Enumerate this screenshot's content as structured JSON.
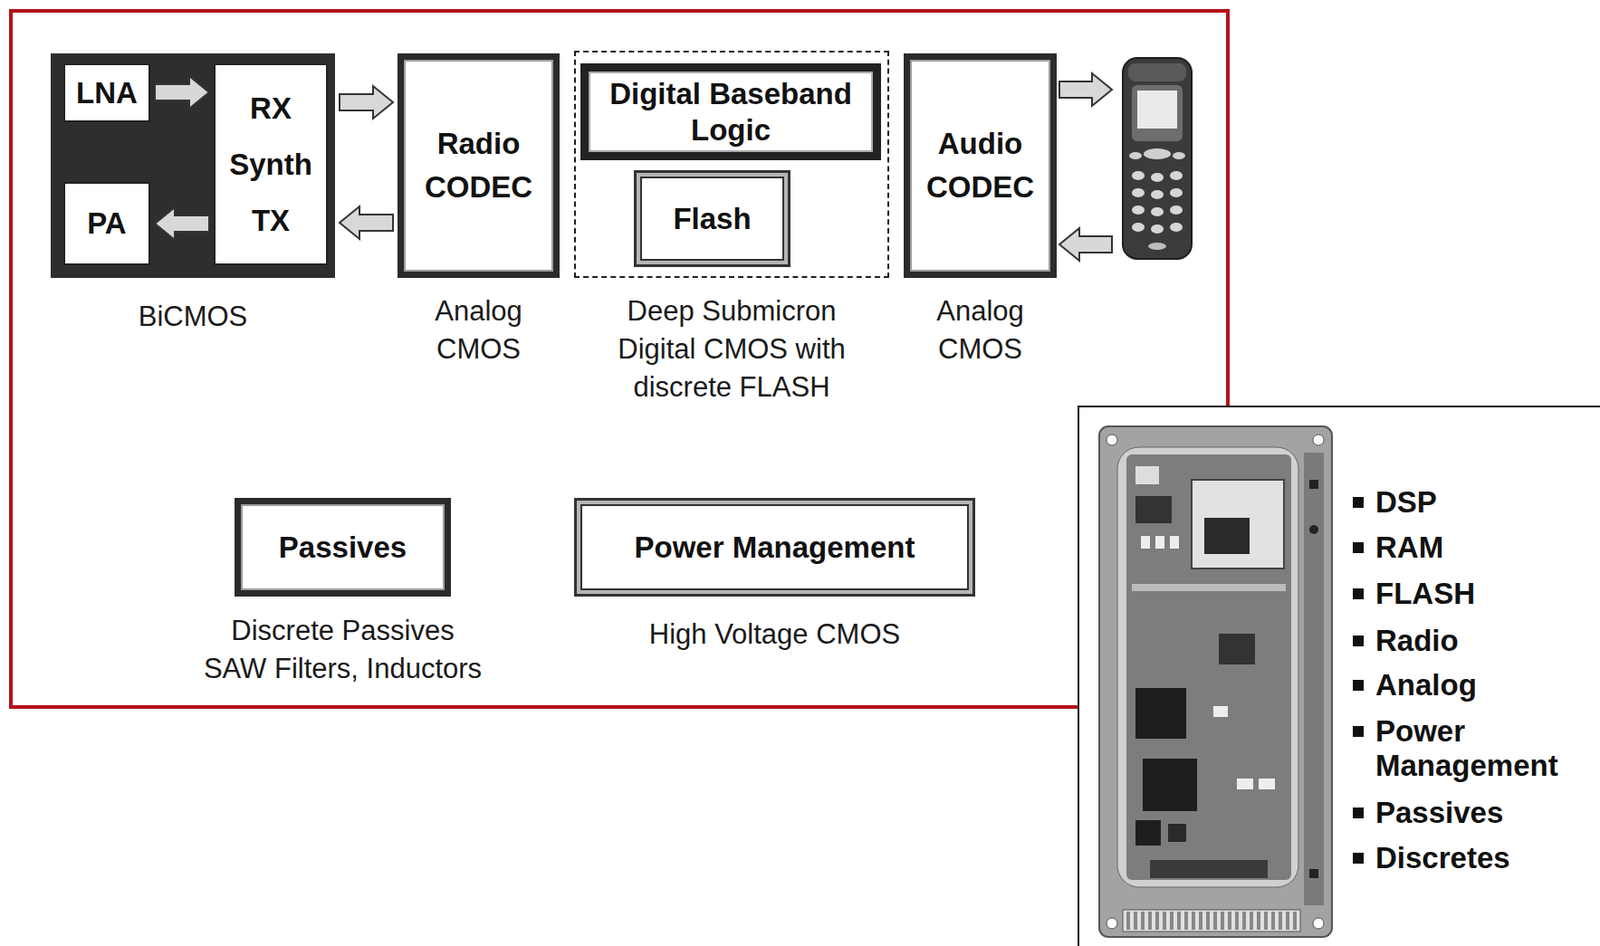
{
  "diagram": {
    "nodes": [
      {
        "text": [
          "BiCMOS"
        ]
      },
      {
        "text": [
          "LNA"
        ],
        "in": 0
      },
      {
        "text": [
          "RX Synth TX"
        ],
        "in": 0
      },
      {
        "text": [
          "PA"
        ],
        "in": 0
      },
      {
        "text": [
          "Radio CODEC",
          "Analog CMOS"
        ]
      },
      {
        "text": [
          "Deep Submicron Digital CMOS with discrete FLASH"
        ]
      },
      {
        "text": [
          "Digital Baseband Logic"
        ],
        "in": 5
      },
      {
        "text": [
          "Flash"
        ],
        "in": 5
      },
      {
        "text": [
          "Audio CODEC",
          "Analog CMOS"
        ]
      },
      {
        "text": [
          "Passives",
          "Discrete Passives SAW Filters, Inductors"
        ]
      },
      {
        "text": [
          "Power Management",
          "High Voltage CMOS"
        ]
      }
    ],
    "edges": [
      {
        "from": 1,
        "to": 2,
        "arrow": "to"
      },
      {
        "from": 2,
        "to": 3,
        "arrow": "to"
      },
      {
        "from": 0,
        "to": 4,
        "arrow": "to"
      },
      {
        "from": 4,
        "to": 0,
        "arrow": "to"
      }
    ],
    "labels": [
      "DSP",
      "RAM",
      "FLASH",
      "Radio",
      "Analog",
      "Power Management",
      "Passives",
      "Discretes"
    ]
  }
}
